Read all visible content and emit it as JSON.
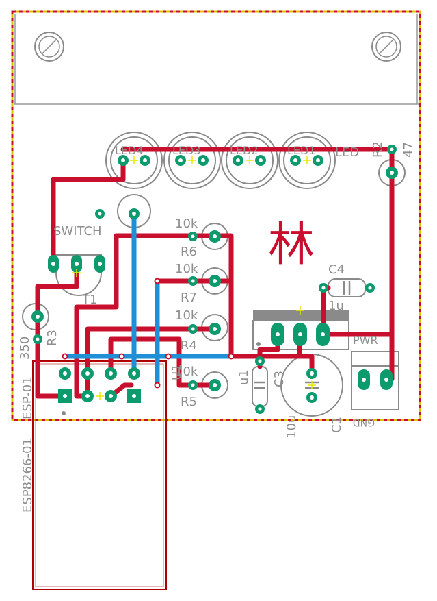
{
  "colors": {
    "copper_top": "#c8102e",
    "copper_bottom": "#1f8fd6",
    "pad": "#0d9b6e",
    "silk": "#8a8a8a",
    "outline": "#b00000",
    "board_edge": "#e0c000",
    "text": "#8e8e8e"
  },
  "labels": {
    "switch": "SWITCH",
    "t1": "T1",
    "r3": "R3",
    "r3_value": "350",
    "r6": "R6",
    "r6_value": "10k",
    "r7": "R7",
    "r7_value": "10k",
    "r4": "R4",
    "r4_value": "10k",
    "r5": "R5",
    "r5_value": "10k",
    "r2": "R2",
    "r2_value": "47",
    "led": "LED",
    "led1": "LED1",
    "led2": "LED2",
    "led3": "LED3",
    "led4": "LED4",
    "c4": "C4",
    "c4_value": "1u",
    "c3": "C3",
    "c3_value": "u1",
    "c1": "C1",
    "c1_value": "10u",
    "u1": "U1",
    "pwr": "PWR",
    "gnd": "GND",
    "esp_name": "ESP-01",
    "esp_value": "ESP8266-01",
    "logo": "林"
  }
}
